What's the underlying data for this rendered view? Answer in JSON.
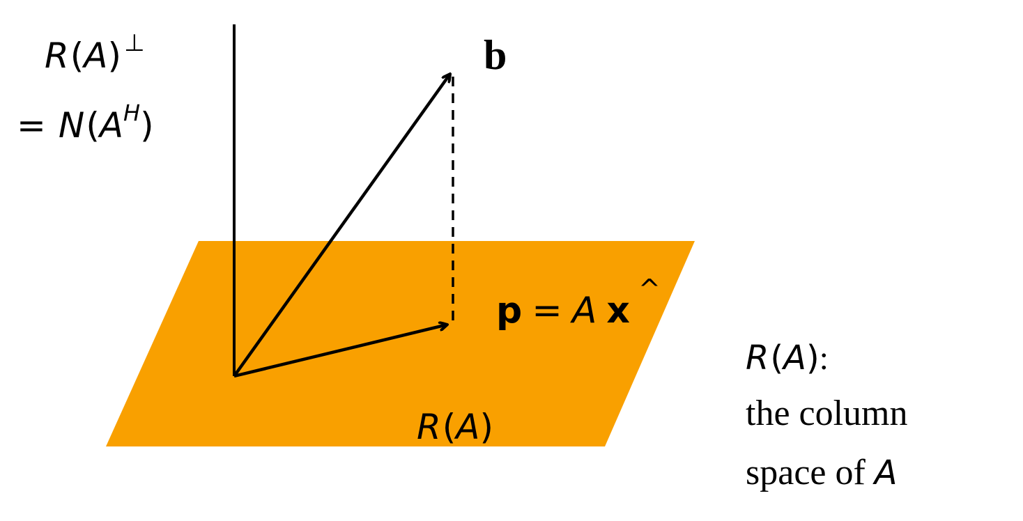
{
  "colors": {
    "plane_fill": "#F9A000",
    "ink": "#000000",
    "background": "#FFFFFF"
  },
  "labels": {
    "perp": {
      "R": "R",
      "A": "A",
      "perp_symbol": "⊥"
    },
    "null": {
      "eq": "=",
      "N": "N",
      "A": "A",
      "H": "H"
    },
    "b": "b",
    "projection": {
      "p": "p",
      "eq": "=",
      "A": "A",
      "xhat": "x",
      "hat": "^"
    },
    "plane": {
      "R": "R",
      "A": "A"
    },
    "note": {
      "R": "R",
      "A": "A",
      "colon": ":",
      "line2": "the column",
      "line3_prefix": "space of ",
      "line3_A": "A"
    }
  }
}
